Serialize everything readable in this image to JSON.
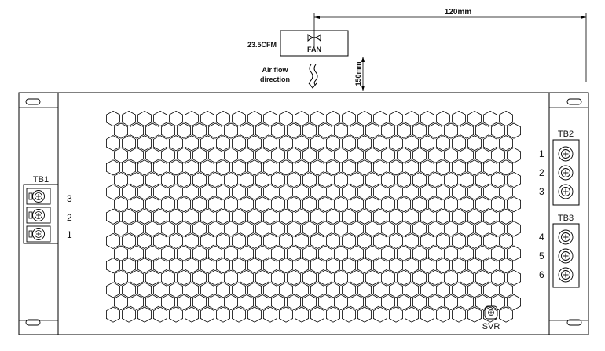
{
  "dimensions": {
    "width_label": "120mm",
    "height_label": "150mm"
  },
  "fan": {
    "label": "FAN",
    "cfm": "23.5CFM",
    "airflow_line1": "Air flow",
    "airflow_line2": "direction",
    "icon": "fan-icon"
  },
  "tb1": {
    "label": "TB1",
    "pins": [
      "3",
      "2",
      "1"
    ],
    "icon": "screw-terminal-icon"
  },
  "tb2": {
    "label": "TB2",
    "pins": [
      "1",
      "2",
      "3"
    ],
    "icon": "screw-icon"
  },
  "tb3": {
    "label": "TB3",
    "pins": [
      "4",
      "5",
      "6"
    ],
    "icon": "screw-icon"
  },
  "svr": {
    "label": "SVR",
    "icon": "trim-potentiometer-icon"
  },
  "colors": {
    "line": "#000000",
    "background": "#ffffff"
  }
}
